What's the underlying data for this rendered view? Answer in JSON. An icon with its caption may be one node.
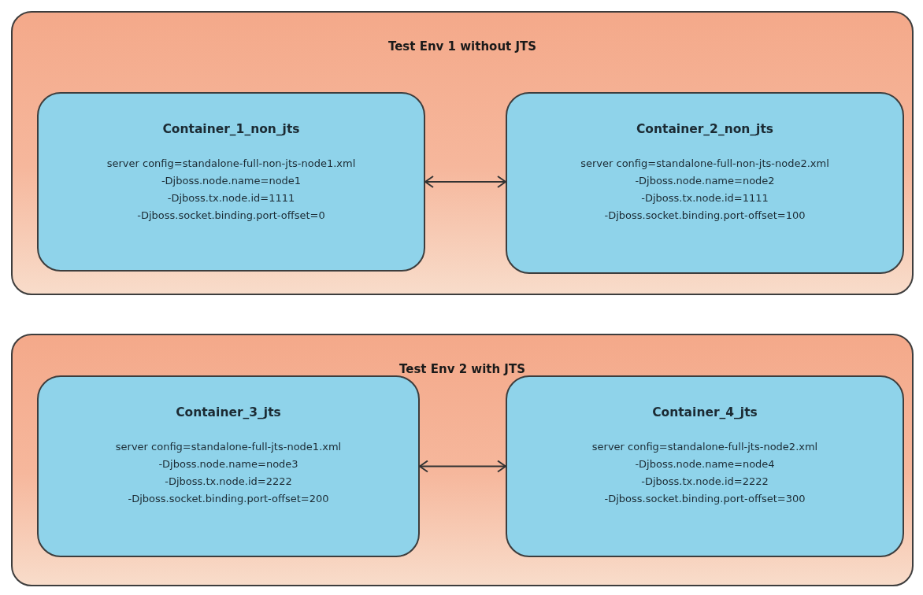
{
  "diagram": {
    "nodes": [
      {
        "text": [
          "Test Env 1 without JTS"
        ]
      },
      {
        "text": [
          "Container_1_non_jts",
          "server config=standalone-full-non-jts-node1.xml",
          "-Djboss.node.name=node1",
          "-Djboss.tx.node.id=1111",
          "-Djboss.socket.binding.port-offset=0"
        ],
        "in": 0
      },
      {
        "text": [
          "Container_2_non_jts",
          "server config=standalone-full-non-jts-node2.xml",
          "-Djboss.node.name=node2",
          "-Djboss.tx.node.id=1111",
          "-Djboss.socket.binding.port-offset=100"
        ],
        "in": 0
      },
      {
        "text": [
          "Test Env 2 with JTS"
        ]
      },
      {
        "text": [
          "Container_3_jts",
          "server config=standalone-full-jts-node1.xml",
          "-Djboss.node.name=node3",
          "-Djboss.tx.node.id=2222",
          "-Djboss.socket.binding.port-offset=200"
        ],
        "in": 3
      },
      {
        "text": [
          "Container_4_jts",
          "server config=standalone-full-jts-node2.xml",
          "-Djboss.node.name=node4",
          "-Djboss.tx.node.id=2222",
          "-Djboss.socket.binding.port-offset=300"
        ],
        "in": 3
      }
    ],
    "edges": [
      {
        "from": 1,
        "to": 2,
        "arrow": "both"
      },
      {
        "from": 4,
        "to": 5,
        "arrow": "both"
      }
    ]
  }
}
